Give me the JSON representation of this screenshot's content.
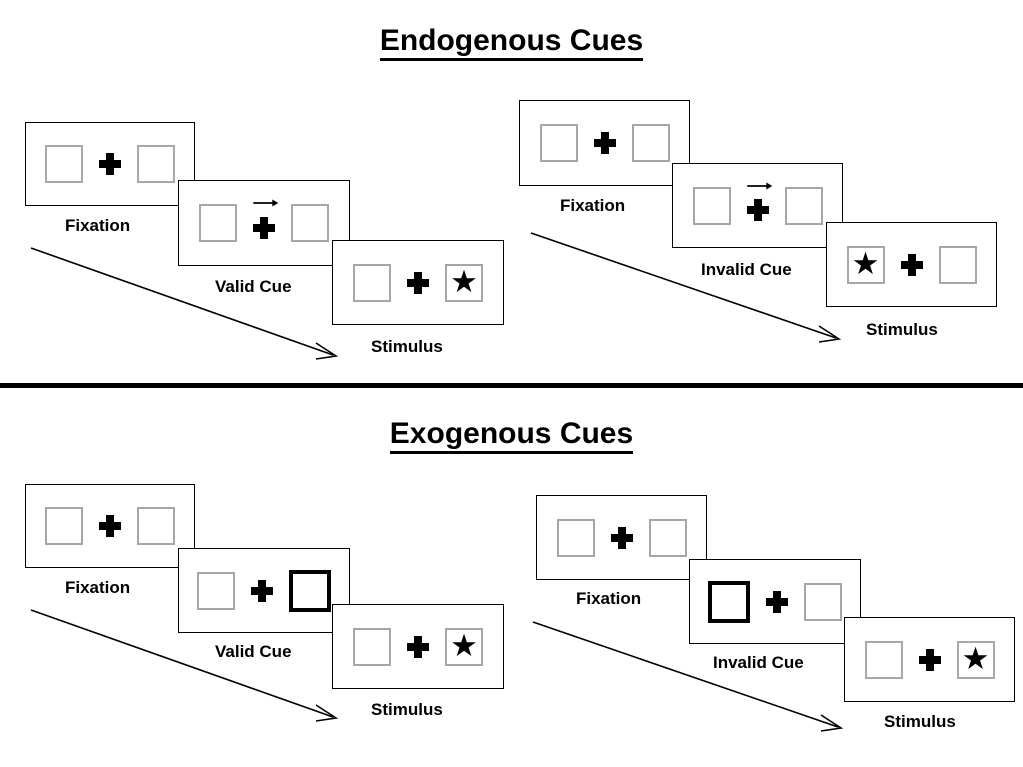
{
  "figure": {
    "type": "posner-cueing-paradigm-diagram",
    "sections": [
      {
        "title": "Endogenous Cues",
        "groups": [
          {
            "name": "endogenous-valid",
            "panels": [
              {
                "caption": "Fixation",
                "left_box": "empty",
                "right_box": "empty",
                "center": "plus",
                "cue": "none"
              },
              {
                "caption": "Valid Cue",
                "left_box": "empty",
                "right_box": "empty",
                "center": "plus-arrow",
                "cue": "arrow-right"
              },
              {
                "caption": "Stimulus",
                "left_box": "empty",
                "right_box": "star",
                "center": "plus",
                "cue": "none"
              }
            ]
          },
          {
            "name": "endogenous-invalid",
            "panels": [
              {
                "caption": "Fixation",
                "left_box": "empty",
                "right_box": "empty",
                "center": "plus",
                "cue": "none"
              },
              {
                "caption": "Invalid Cue",
                "left_box": "empty",
                "right_box": "empty",
                "center": "plus-arrow",
                "cue": "arrow-right"
              },
              {
                "caption": "Stimulus",
                "left_box": "star",
                "right_box": "empty",
                "center": "plus",
                "cue": "none"
              }
            ]
          }
        ]
      },
      {
        "title": "Exogenous Cues",
        "groups": [
          {
            "name": "exogenous-valid",
            "panels": [
              {
                "caption": "Fixation",
                "left_box": "empty",
                "right_box": "empty",
                "center": "plus",
                "cue": "none"
              },
              {
                "caption": "Valid Cue",
                "left_box": "empty",
                "right_box": "cued",
                "center": "plus",
                "cue": "box-highlight-right"
              },
              {
                "caption": "Stimulus",
                "left_box": "empty",
                "right_box": "star",
                "center": "plus",
                "cue": "none"
              }
            ]
          },
          {
            "name": "exogenous-invalid",
            "panels": [
              {
                "caption": "Fixation",
                "left_box": "empty",
                "right_box": "empty",
                "center": "plus",
                "cue": "none"
              },
              {
                "caption": "Invalid Cue",
                "left_box": "cued",
                "right_box": "empty",
                "center": "plus",
                "cue": "box-highlight-left"
              },
              {
                "caption": "Stimulus",
                "left_box": "empty",
                "right_box": "star",
                "center": "plus",
                "cue": "none"
              }
            ]
          }
        ]
      }
    ],
    "glyphs": {
      "star": "★",
      "arrow": "arrow-right-icon",
      "fixation": "plus-icon"
    },
    "colors": {
      "background": "#ffffff",
      "ink": "#000000",
      "box_border": "#a6a6a6",
      "cued_box_border": "#000000",
      "panel_border": "#000000"
    },
    "timeline_arrows": 4
  }
}
